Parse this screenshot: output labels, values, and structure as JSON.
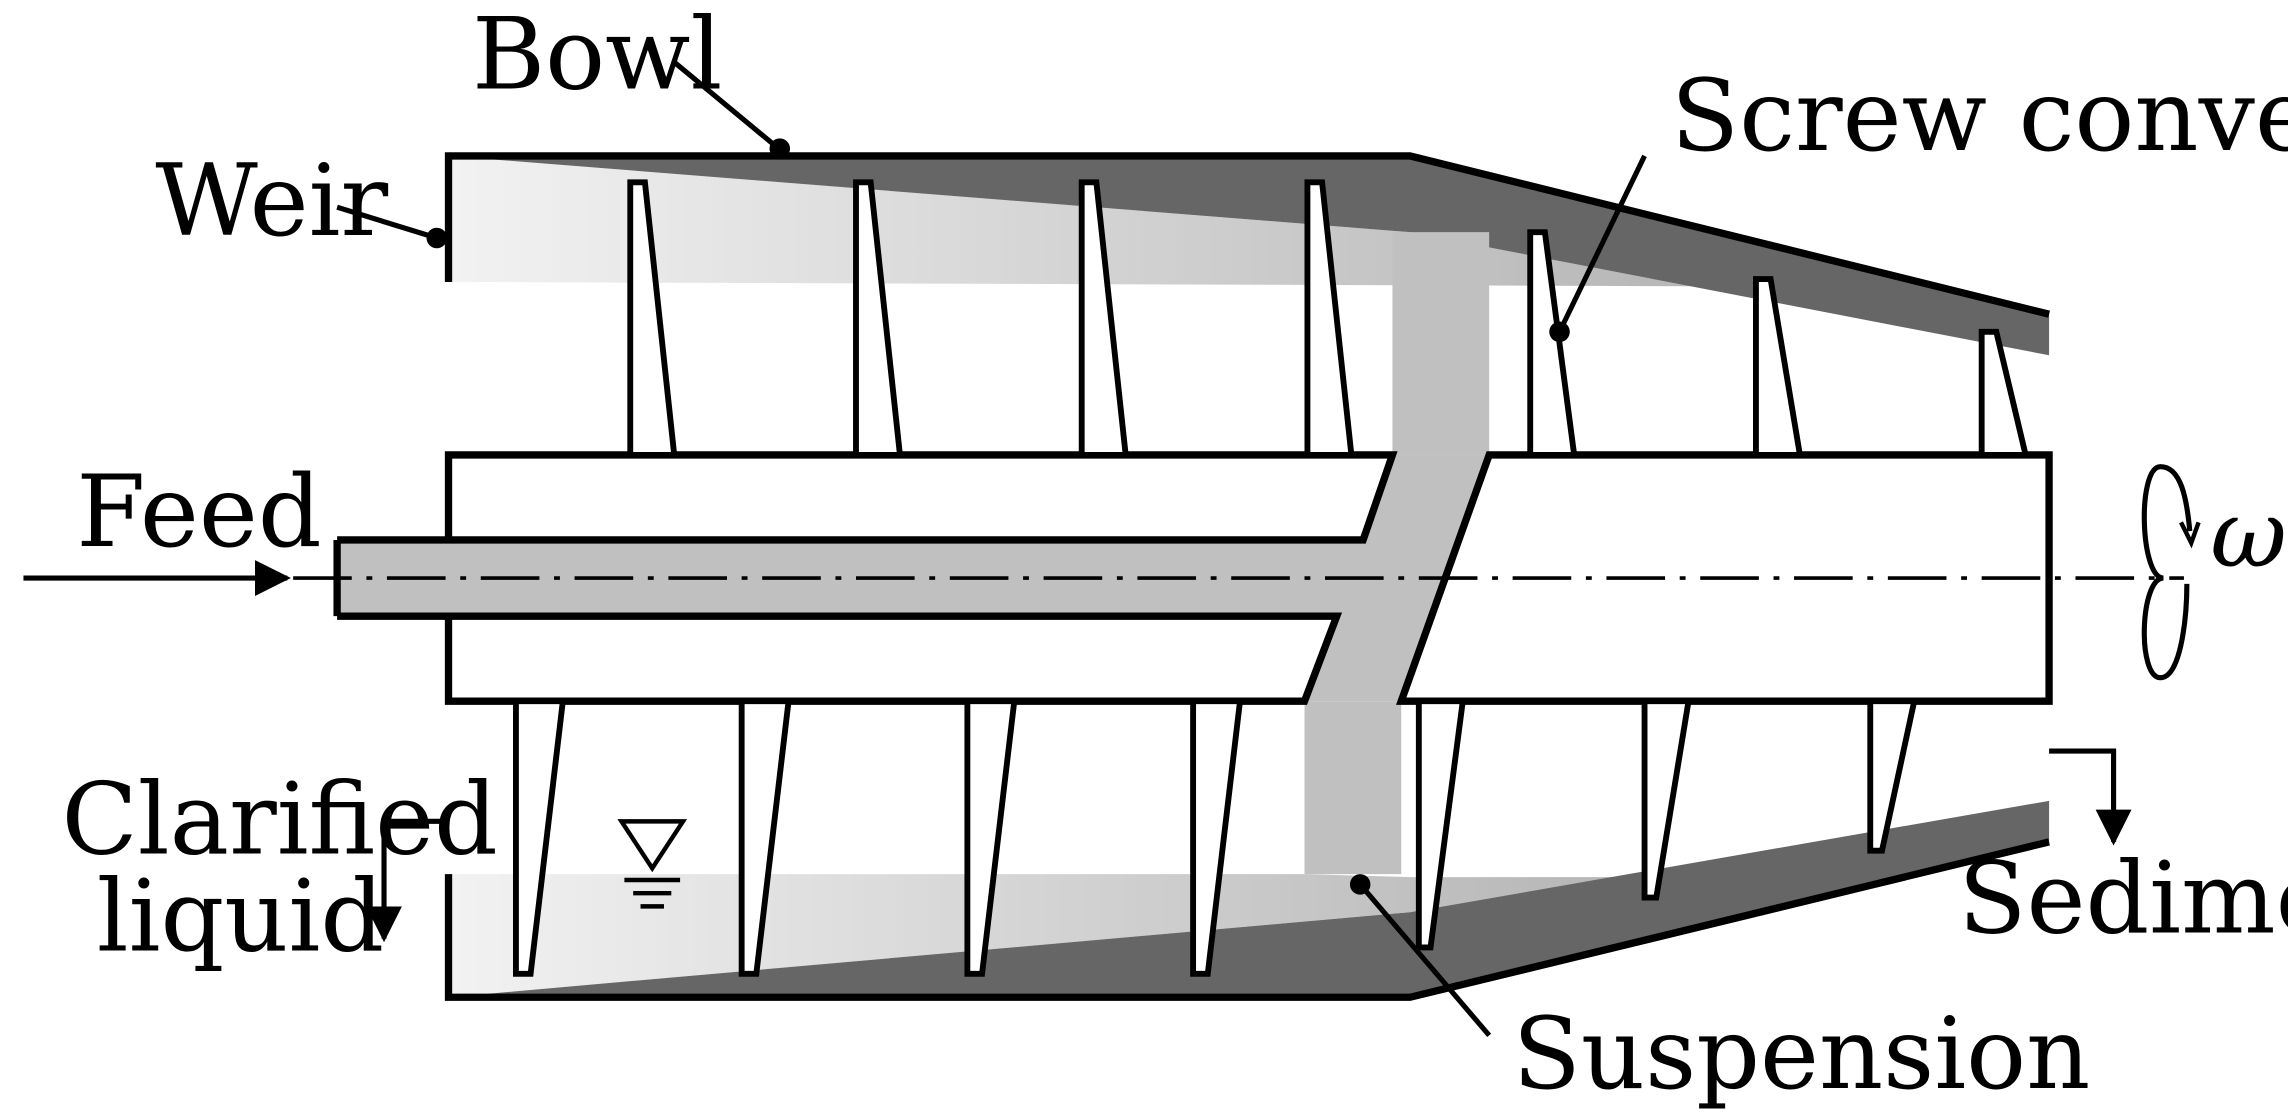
{
  "labels": {
    "bowl": "Bowl",
    "weir": "Weir",
    "screw_conveyor": "Screw conveyor",
    "feed": "Feed",
    "omega": "ω",
    "clarified_line1": "Clarified",
    "clarified_line2": "liquid",
    "sediment": "Sediment",
    "suspension": "Suspension"
  },
  "colors": {
    "line": "#000000",
    "background": "#ffffff",
    "bowl_wall": "#666666",
    "feed_suspension": "#c0c0c0",
    "liquid_gradient_start": "#f0f0f0",
    "liquid_gradient_end": "#b8b8b8"
  }
}
